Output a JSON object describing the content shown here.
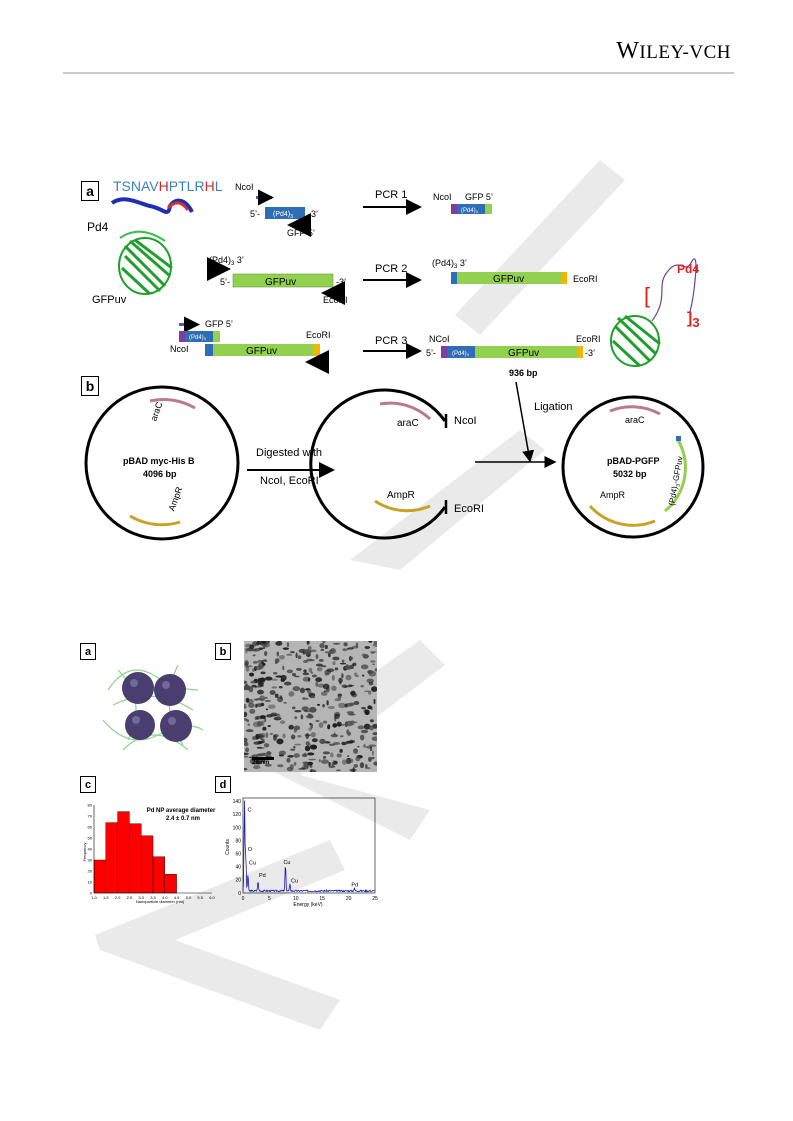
{
  "header": {
    "publisher_prefix": "W",
    "publisher_rest": "ILEY-VCH"
  },
  "figure1": {
    "panel_a": "a",
    "panel_b": "b",
    "peptide_seq": [
      "TSNAV",
      "H",
      "PTLR",
      "H",
      "L"
    ],
    "peptide_seq_colors": [
      "#3b82c6",
      "#d32626",
      "#3b82c6",
      "#d32626",
      "#3b82c6"
    ],
    "pd4_label": "Pd4",
    "gfpuv_label": "GFPuv",
    "ncoi": "NcoI",
    "ncoi_caps": "NCoI",
    "ecori": "EcoRI",
    "five_prime": "5’-",
    "three_prime": "-3’",
    "pd4_3_short": "(Pd4)",
    "sub3": "3",
    "gfp5": "GFP 5’",
    "pd4_3_3prime_a": "(Pd4)",
    "three_prime_word": "3’",
    "pcr1": "PCR 1",
    "pcr2": "PCR 2",
    "pcr3": "PCR 3",
    "gfpuv_bar": "GFPuv",
    "bp936": "936 bp",
    "ligation": "Ligation",
    "digested_line1": "Digested with",
    "digested_line2": "NcoI, EcoRI",
    "plasmid1_name": "pBAD myc-His B",
    "plasmid1_size": "4096 bp",
    "plasmid3_name": "pBAD-PGFP",
    "plasmid3_size": "5032 bp",
    "arac": "araC",
    "ampr": "AmpR",
    "pd4_gfpuv_vertical": "(Pd4)",
    "gfpuv_suffix": "-GFPuv",
    "bracket_sub": "3",
    "colors": {
      "pd4_purple": "#7b3fa0",
      "pd4_blue": "#2f6db5",
      "gfp_green": "#92d050",
      "ecori_yellow": "#f4b400",
      "arac": "#b87b8a",
      "ampr": "#c9a227",
      "red": "#e02020"
    }
  },
  "figure2": {
    "panel_a": "a",
    "panel_b": "b",
    "panel_c": "c",
    "panel_d": "d",
    "scale_bar": "20 nm",
    "hist": {
      "annotation_line1": "Pd NP average diameter",
      "annotation_line2": "2.4 ± 0.7 nm",
      "ylabel": "Frequency",
      "xlabel": "Nanoparticle diameter (nm)"
    },
    "eds": {
      "ylabel": "Counts",
      "xlabel": "Energy (keV)",
      "peaks": [
        {
          "label": "C"
        },
        {
          "label": "O"
        },
        {
          "label": "Cu"
        },
        {
          "label": "Pd"
        },
        {
          "label": "Cu"
        },
        {
          "label": "Cu"
        },
        {
          "label": "Pd"
        }
      ]
    }
  },
  "chart_data": [
    {
      "type": "bar",
      "title": "Pd NP average diameter 2.4 ± 0.7 nm",
      "xlabel": "Nanoparticle diameter (nm)",
      "ylabel": "Frequency",
      "bin_edges": [
        1.0,
        1.5,
        2.0,
        2.5,
        3.0,
        3.5,
        4.0,
        4.5
      ],
      "values": [
        30,
        64,
        74,
        63,
        52,
        33,
        17
      ],
      "xticks": [
        "1.0",
        "1.5",
        "2.0",
        "2.5",
        "3.0",
        "3.5",
        "4.0",
        "4.5",
        "5.0",
        "5.5",
        "6.0"
      ],
      "yticks": [
        "0",
        "10",
        "20",
        "30",
        "40",
        "50",
        "60",
        "70",
        "80"
      ],
      "xlim": [
        1.0,
        6.0
      ],
      "ylim": [
        0,
        80
      ],
      "color": "#ff0000"
    },
    {
      "type": "line",
      "xlabel": "Energy (keV)",
      "ylabel": "Counts",
      "xticks": [
        "0",
        "5",
        "10",
        "15",
        "20",
        "25"
      ],
      "yticks": [
        "0",
        "20",
        "40",
        "60",
        "80",
        "100",
        "120",
        "140"
      ],
      "xlim": [
        0,
        25
      ],
      "ylim": [
        0,
        145
      ],
      "peaks_keV": [
        {
          "label": "C",
          "x": 0.28,
          "y": 140
        },
        {
          "label": "O",
          "x": 0.52,
          "y": 55
        },
        {
          "label": "Cu",
          "x": 0.93,
          "y": 25
        },
        {
          "label": "Pd",
          "x": 2.84,
          "y": 15
        },
        {
          "label": "Cu",
          "x": 8.04,
          "y": 40
        },
        {
          "label": "Cu",
          "x": 8.9,
          "y": 10
        },
        {
          "label": "Pd",
          "x": 21.1,
          "y": 4
        }
      ],
      "color": "#1a1ab0"
    }
  ]
}
